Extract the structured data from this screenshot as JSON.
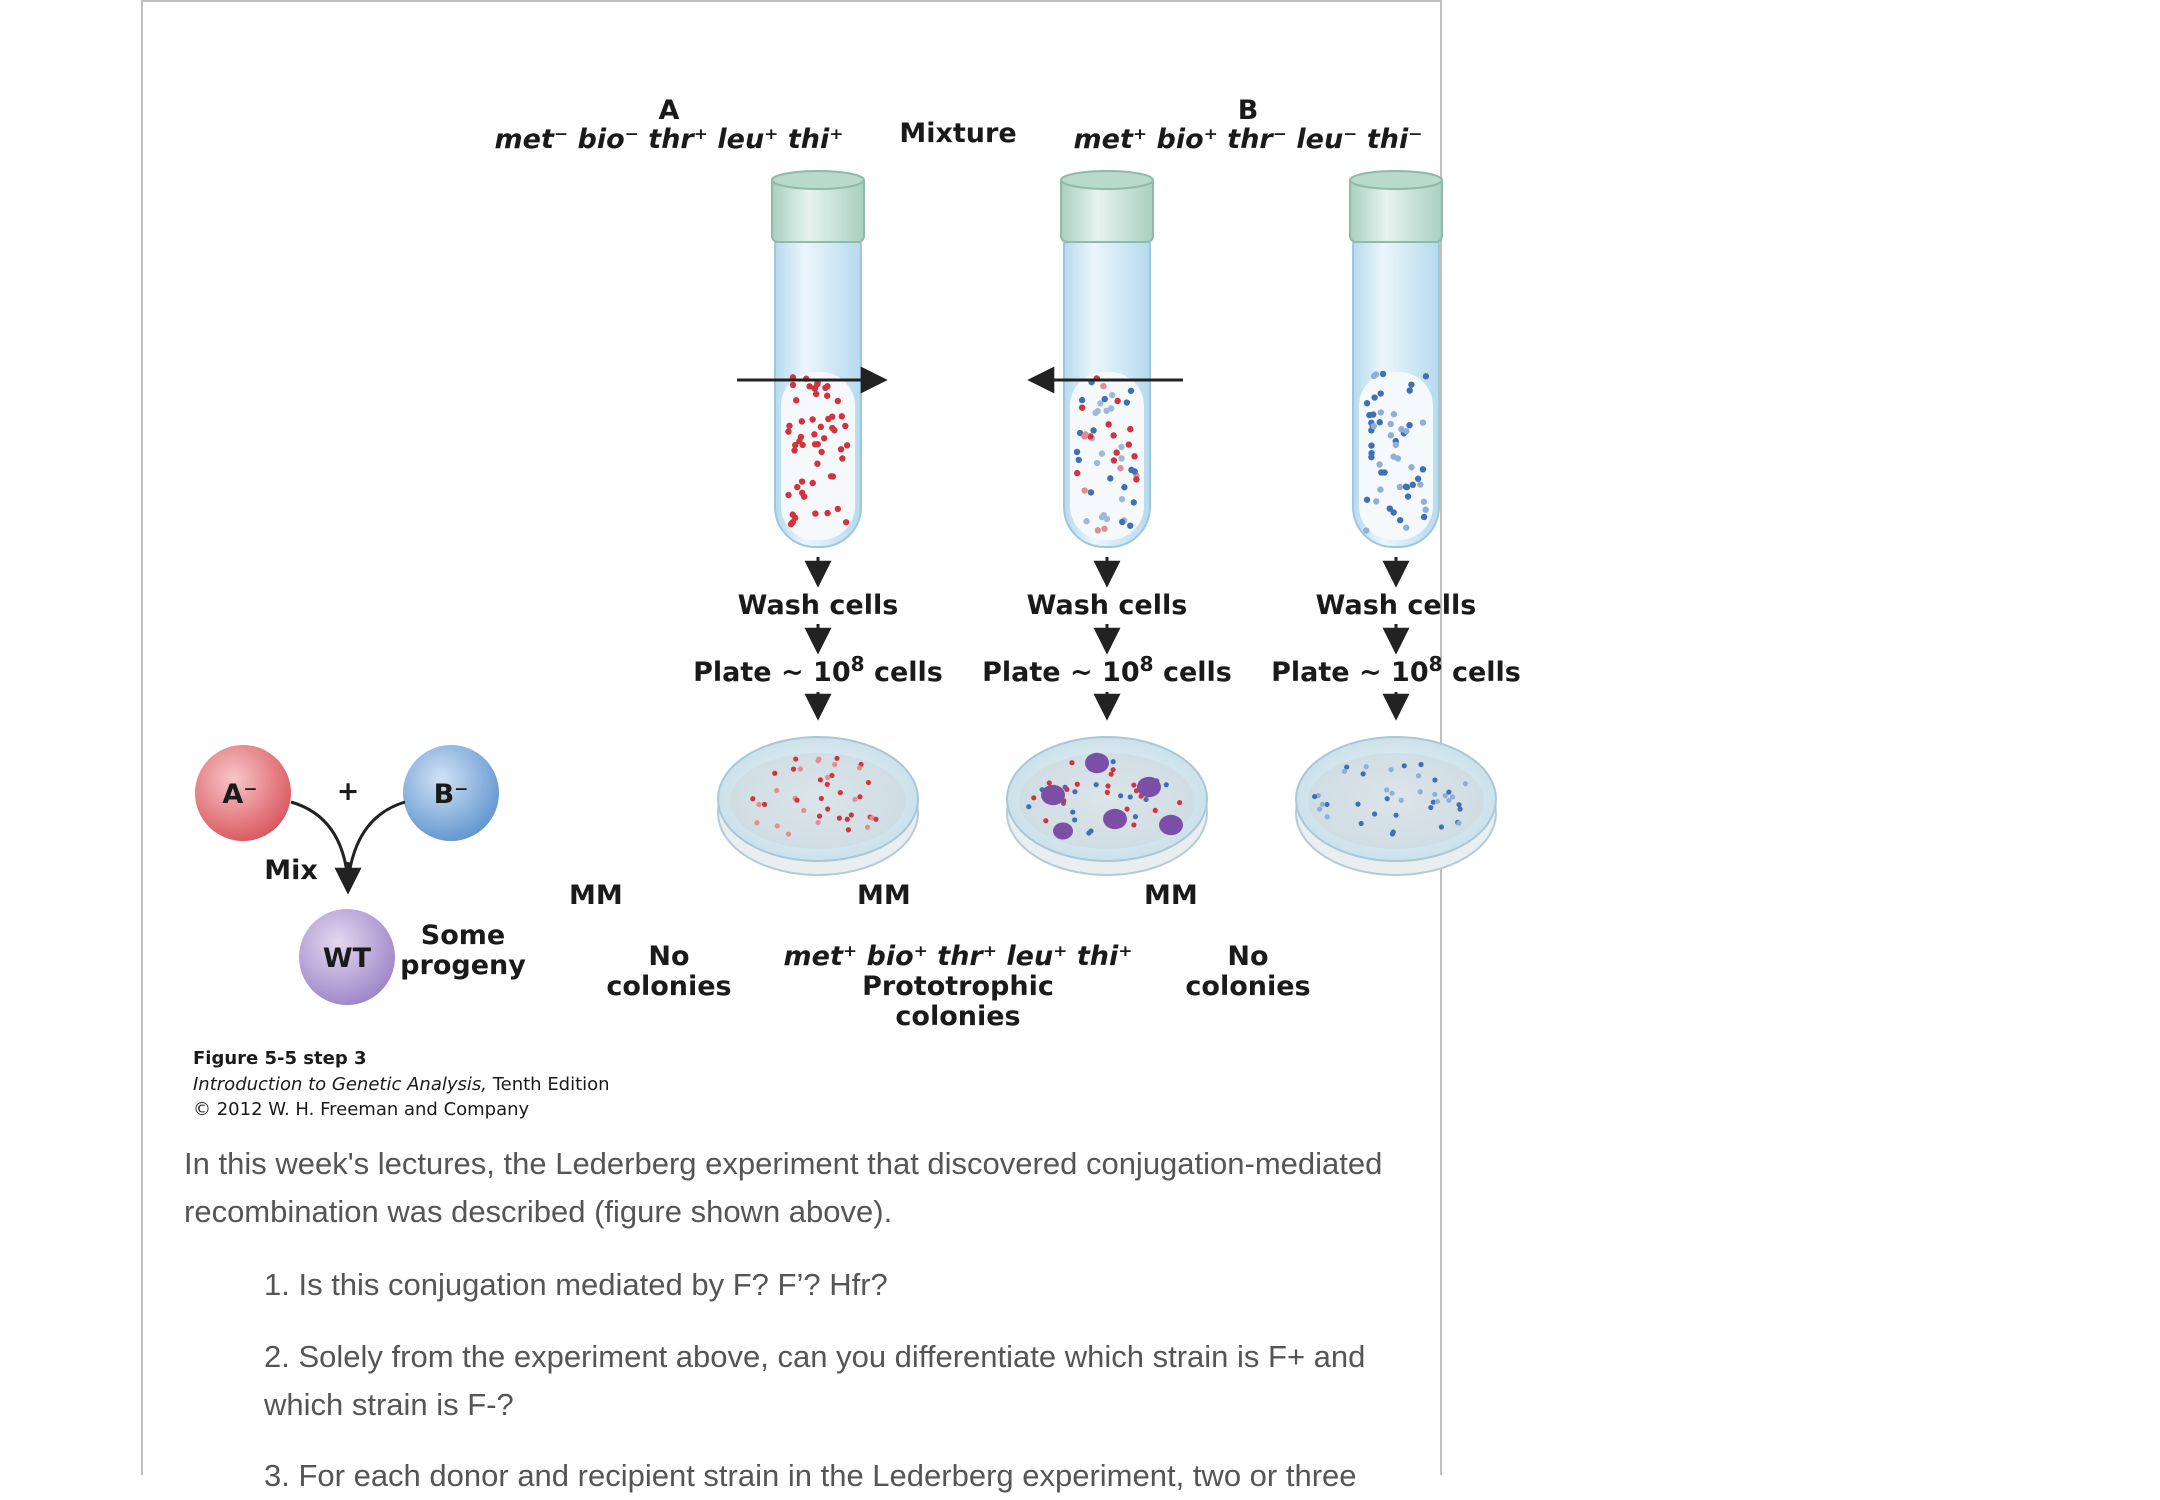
{
  "figure": {
    "strain_a": {
      "letter": "A",
      "genotype": "met⁻ bio⁻ thr⁺ leu⁺ thi⁺",
      "dot_color": "#d2343e"
    },
    "mixture": {
      "label": "Mixture"
    },
    "strain_b": {
      "letter": "B",
      "genotype": "met⁺ bio⁺ thr⁻ leu⁻ thi⁻",
      "dot_color": "#3f6fb5"
    },
    "step_wash": "Wash cells",
    "step_plate_prefix": "Plate ~ 10",
    "step_plate_exp": "8",
    "step_plate_suffix": " cells",
    "medium": "MM",
    "result_a": [
      "No",
      "colonies"
    ],
    "result_mix_genotype": "met⁺ bio⁺ thr⁺ leu⁺ thi⁺",
    "result_mix": [
      "Prototrophic",
      "colonies"
    ],
    "result_b": [
      "No",
      "colonies"
    ],
    "inset": {
      "a_minus": "A⁻",
      "b_minus": "B⁻",
      "plus": "+",
      "mix": "Mix",
      "wt": "WT",
      "progeny": [
        "Some",
        "progeny"
      ]
    },
    "caption": {
      "title": "Figure 5-5 step 3",
      "book": "Introduction to Genetic Analysis,",
      "edition": " Tenth Edition",
      "copyright": "© 2012 W. H. Freeman and Company"
    },
    "colors": {
      "tube_cap": "#cfe5dc",
      "tube_glass": "#d6ecf7",
      "colony": "#7b4fa6",
      "plate": "#dcecf4"
    }
  },
  "intro": "In this week's lectures, the Lederberg experiment that discovered conjugation-mediated recombination was described (figure shown above).",
  "questions": [
    "1. Is this conjugation mediated by F? F’? Hfr?",
    "2. Solely from the experiment above, can you differentiate which strain is F+ and which strain is F-?",
    "3. For each donor and recipient strain in the Lederberg experiment, two or three"
  ]
}
